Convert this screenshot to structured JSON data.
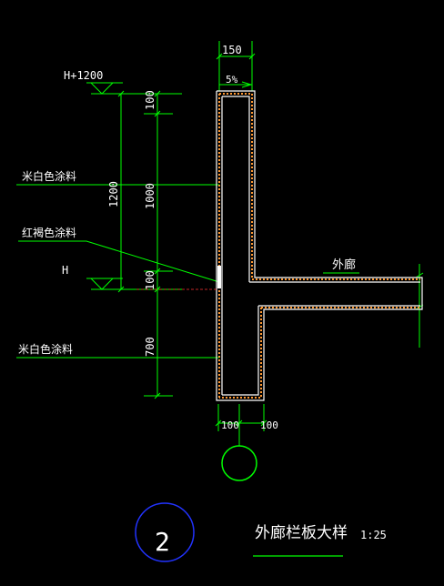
{
  "drawing": {
    "colors": {
      "background": "#000000",
      "text": "#ffffff",
      "dimension": "#00ff00",
      "structure": "#ffffff",
      "finish": "#ff9933",
      "symbol_circle": "#0000ff"
    },
    "dimensions": {
      "wall_width": "150",
      "slope": "5%",
      "overall_height": "1200",
      "top_segment": "100",
      "middle_segment": "1000",
      "slab_segment": "100",
      "lower_segment": "700",
      "bottom_left": "100",
      "bottom_right": "100"
    },
    "levels": {
      "top": "H+1200",
      "floor": "H"
    },
    "labels": {
      "finish_upper": "米白色涂料",
      "finish_band": "红褐色涂料",
      "finish_lower": "米白色涂料",
      "corridor": "外廊"
    },
    "title": {
      "detail_number": "2",
      "name": "外廊栏板大样",
      "scale": "1:25"
    }
  }
}
